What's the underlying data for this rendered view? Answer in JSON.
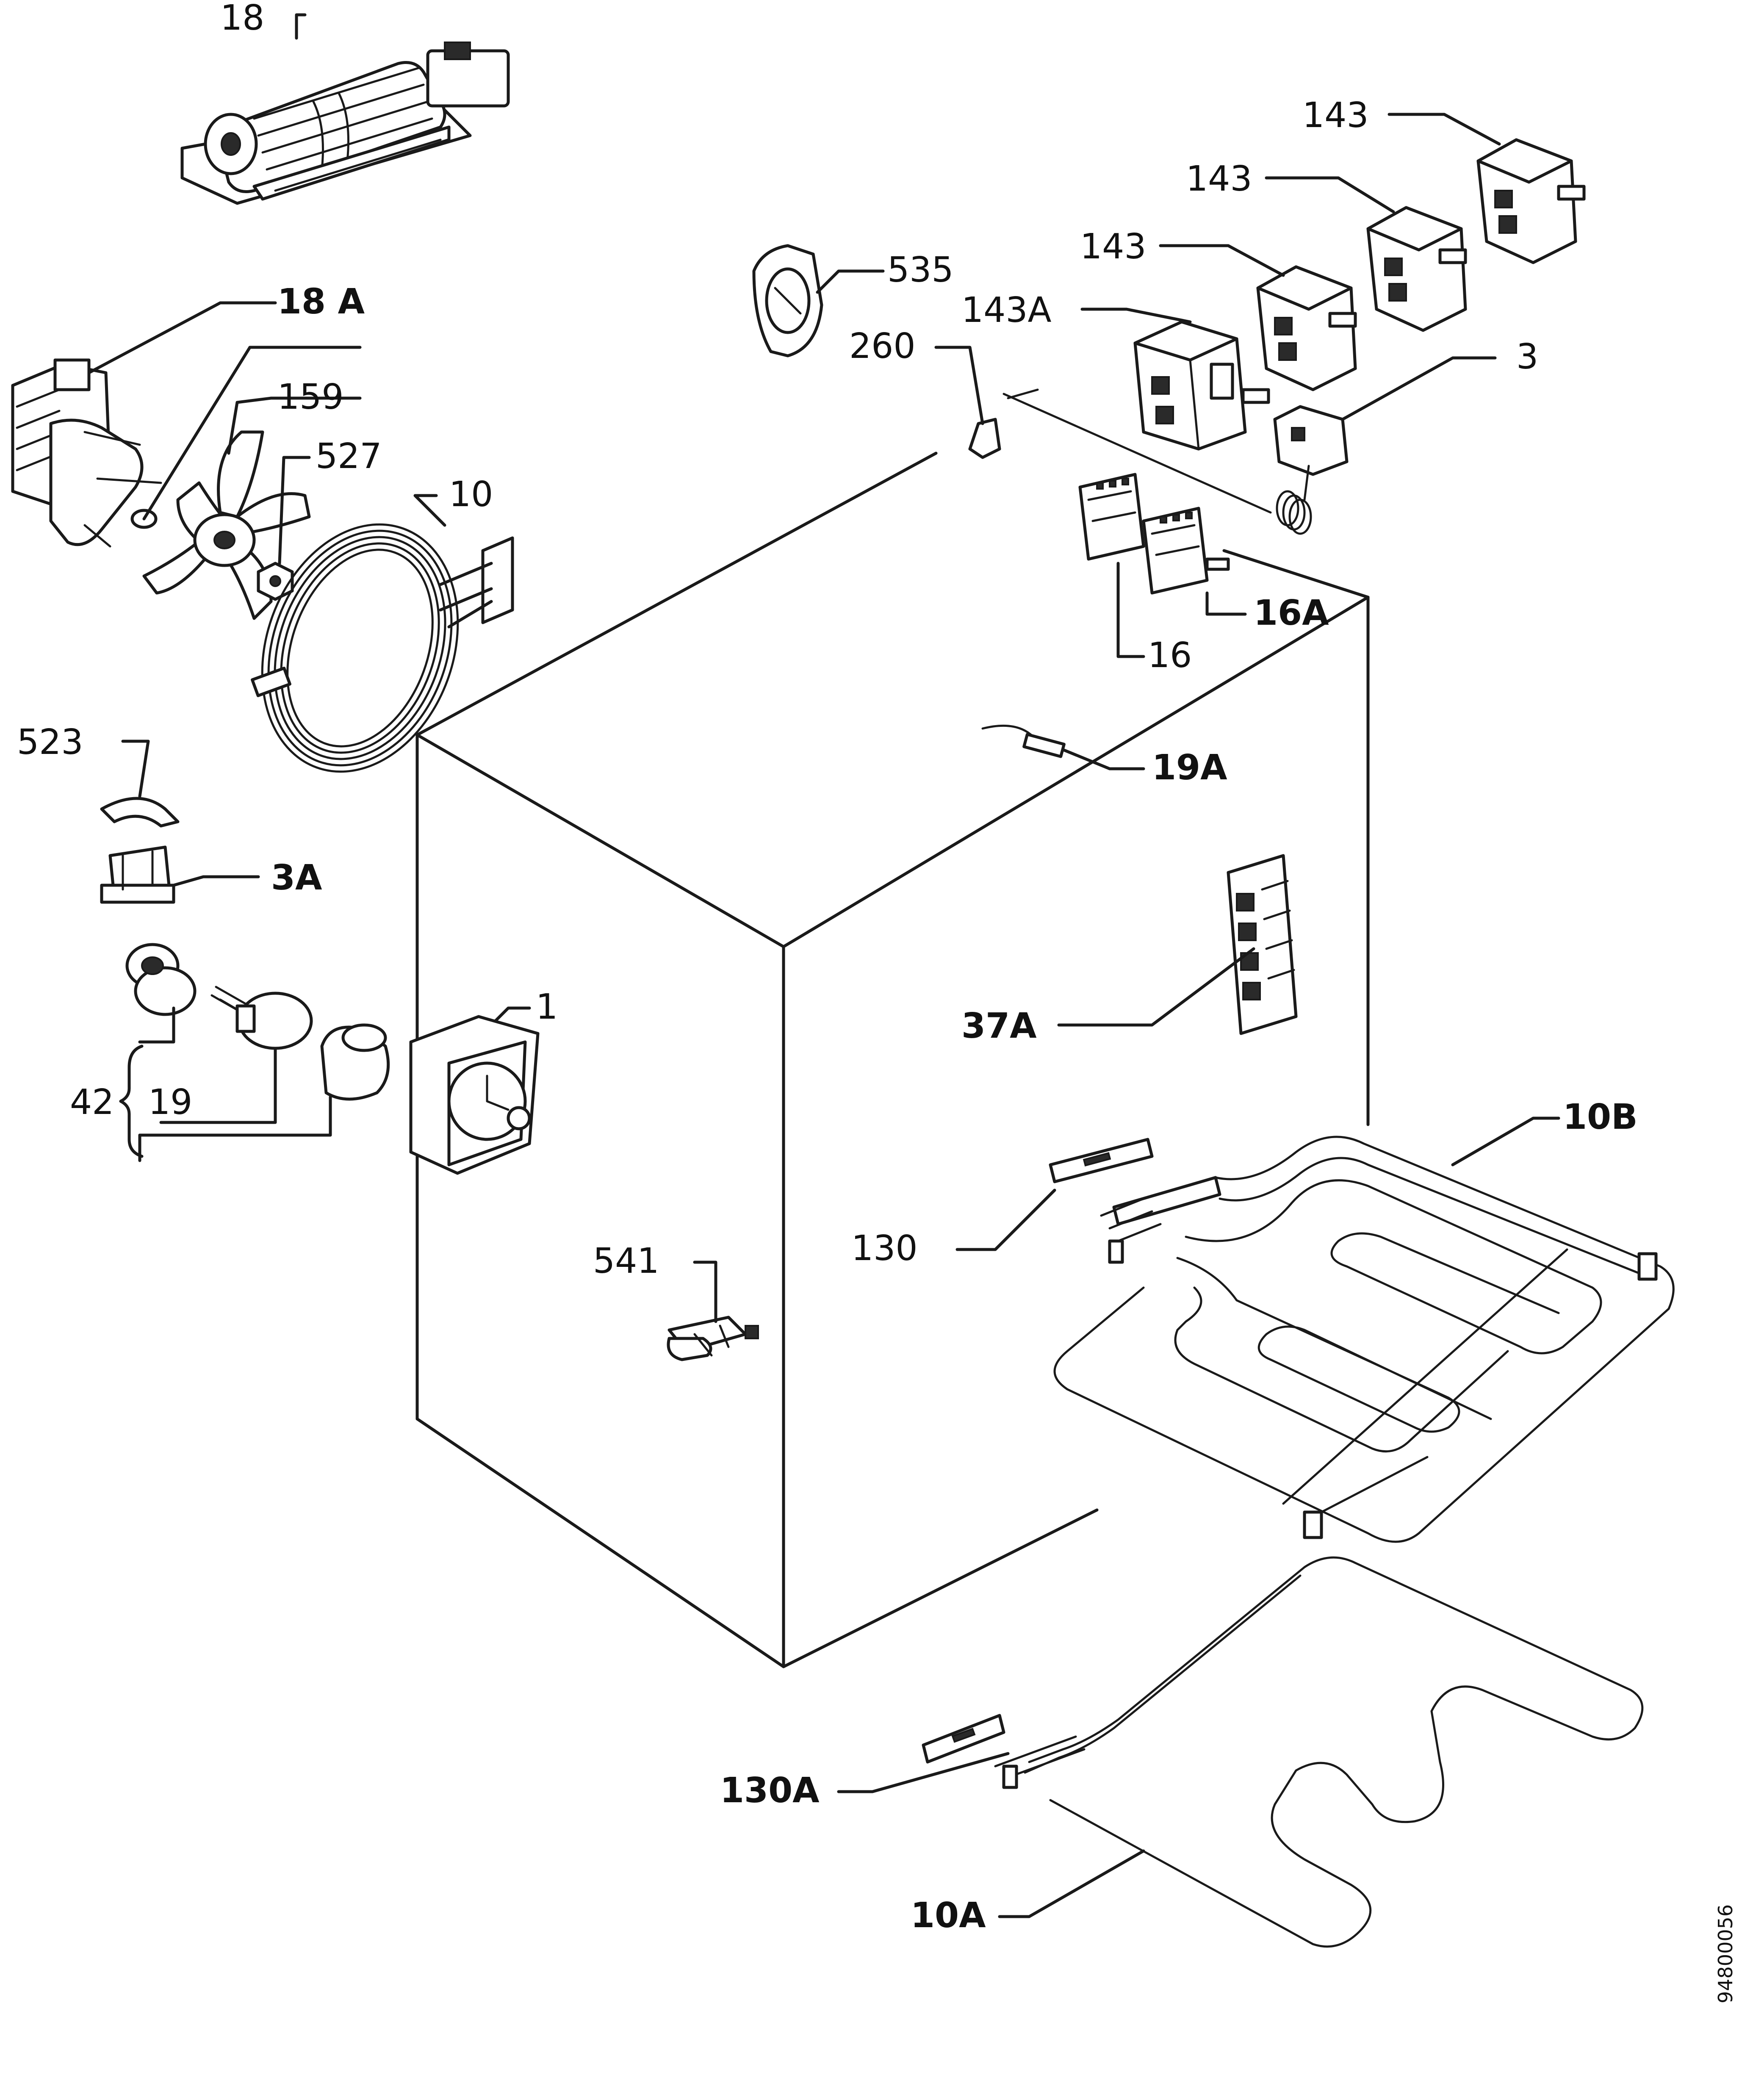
{
  "diagram": {
    "colors": {
      "ink": "#1a1a1a",
      "paper": "#ffffff"
    },
    "labels": {
      "p18": "18",
      "p18A": "18 A",
      "p159": "159",
      "p527": "527",
      "p10": "10",
      "p523": "523",
      "p3A": "3A",
      "p42": "42",
      "p19": "19",
      "p1": "1",
      "p535": "535",
      "p260": "260",
      "p143a": "143",
      "p143b": "143",
      "p143c": "143",
      "p143A": "143A",
      "p3": "3",
      "p16A": "16A",
      "p16": "16",
      "p19A": "19A",
      "p37A": "37A",
      "p10B": "10B",
      "p130": "130",
      "p541": "541",
      "p130A": "130A",
      "p10A": "10A"
    },
    "drawing_code": "94800056"
  }
}
